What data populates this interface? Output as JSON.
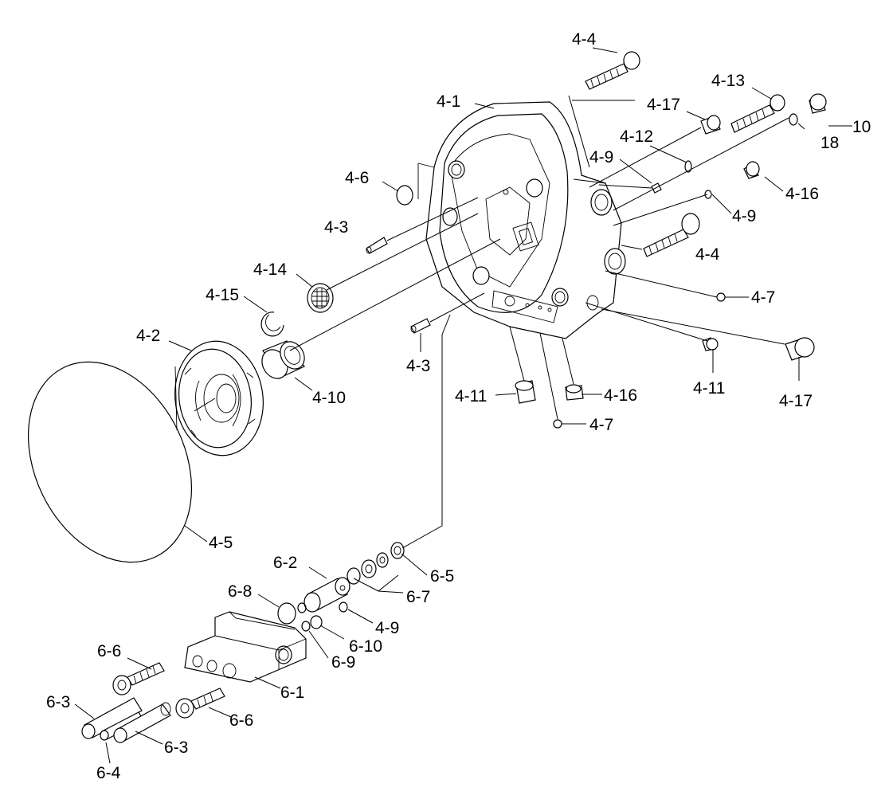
{
  "callouts": {
    "l_4_4_top": "4-4",
    "l_4_1": "4-1",
    "l_4_17_top": "4-17",
    "l_4_13": "4-13",
    "l_10": "10",
    "l_18": "18",
    "l_4_12": "4-12",
    "l_4_9_a": "4-9",
    "l_4_6": "4-6",
    "l_4_16_right": "4-16",
    "l_4_9_b": "4-9",
    "l_4_3_top": "4-3",
    "l_4_4_mid": "4-4",
    "l_4_14": "4-14",
    "l_4_15": "4-15",
    "l_4_7_right": "4-7",
    "l_4_2": "4-2",
    "l_4_3_bottom": "4-3",
    "l_4_11_right": "4-11",
    "l_4_17_bottom": "4-17",
    "l_4_10": "4-10",
    "l_4_11_left": "4-11",
    "l_4_16_bottom": "4-16",
    "l_4_7_bottom": "4-7",
    "l_4_5": "4-5",
    "l_6_2": "6-2",
    "l_6_5": "6-5",
    "l_6_8": "6-8",
    "l_6_7": "6-7",
    "l_4_9_c": "4-9",
    "l_6_10": "6-10",
    "l_6_9": "6-9",
    "l_6_6_top": "6-6",
    "l_6_1": "6-1",
    "l_6_3_left": "6-3",
    "l_6_6_bottom": "6-6",
    "l_6_3_bottom": "6-3",
    "l_6_4": "6-4"
  }
}
